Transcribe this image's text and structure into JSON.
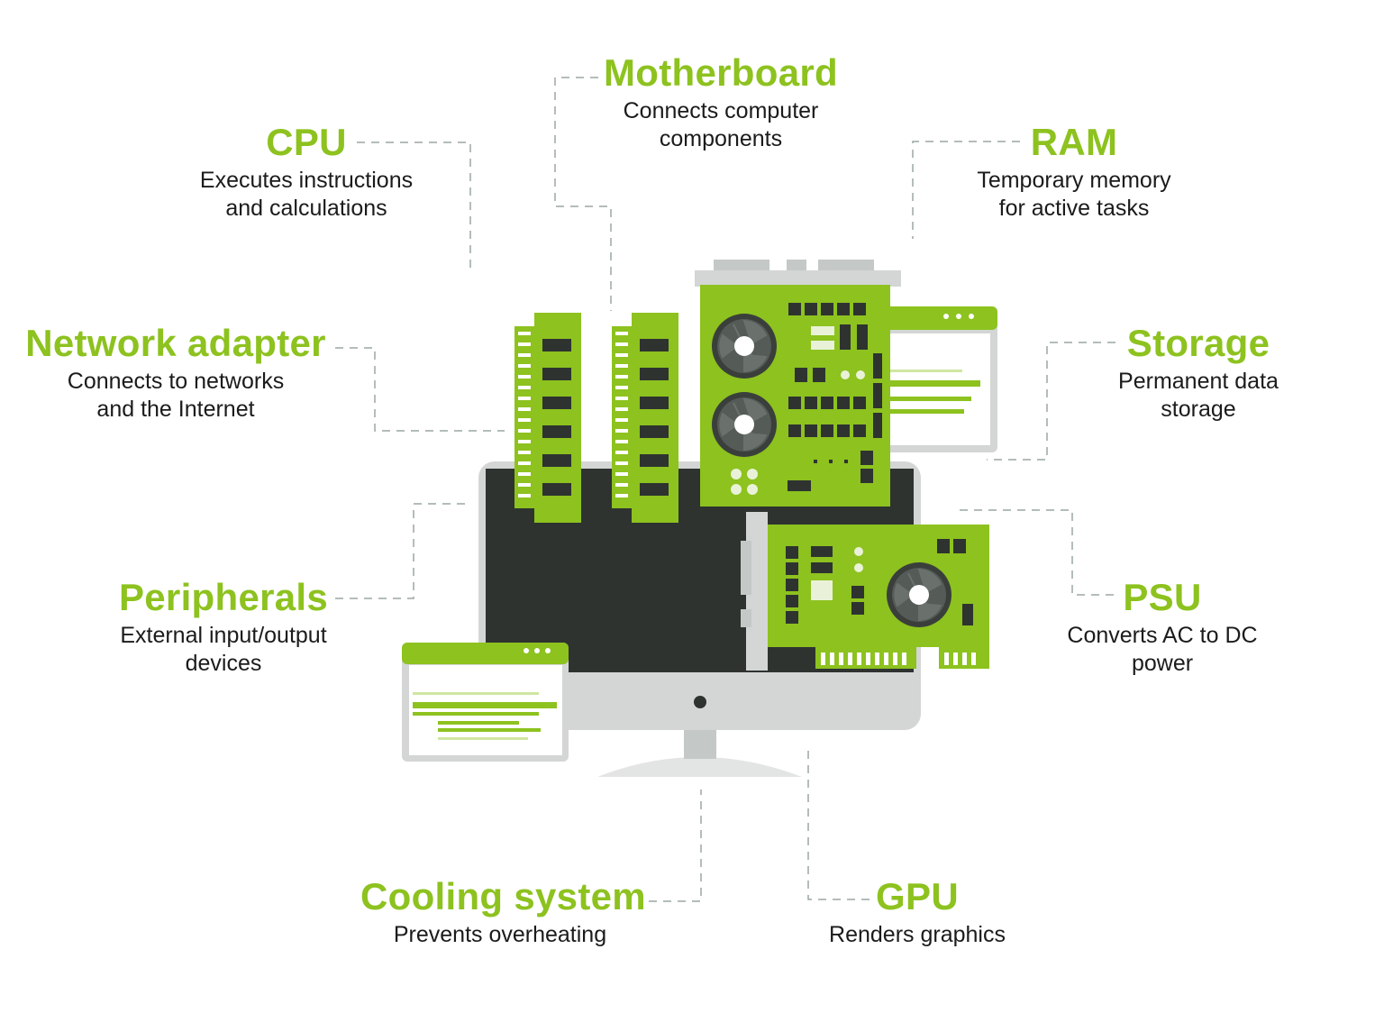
{
  "colors": {
    "accent": "#8dc21f",
    "text": "#1b1b1b",
    "screen": "#2e3330",
    "monitor": "#d3d6d5",
    "connector": "#9aa7a2"
  },
  "components": {
    "motherboard": {
      "title": "Motherboard",
      "desc": "Connects computer\ncomponents"
    },
    "cpu": {
      "title": "CPU",
      "desc": "Executes instructions\nand calculations"
    },
    "ram": {
      "title": "RAM",
      "desc": "Temporary memory\nfor active tasks"
    },
    "network": {
      "title": "Network adapter",
      "desc": "Connects to networks\nand the Internet"
    },
    "storage": {
      "title": "Storage",
      "desc": "Permanent data\nstorage"
    },
    "peripherals": {
      "title": "Peripherals",
      "desc": "External input/output\ndevices"
    },
    "psu": {
      "title": "PSU",
      "desc": "Converts AC to DC\npower"
    },
    "cooling": {
      "title": "Cooling system",
      "desc": "Prevents overheating"
    },
    "gpu": {
      "title": "GPU",
      "desc": "Renders graphics"
    }
  }
}
